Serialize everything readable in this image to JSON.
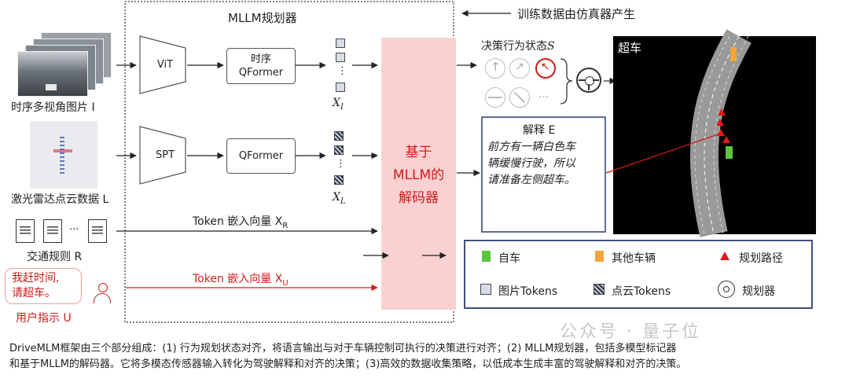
{
  "top_note": "训练数据由仿真器产生",
  "planner": {
    "title": "MLLM规划器",
    "vit": "ViT",
    "spt": "SPT",
    "qformer_t1": "时序",
    "qformer_t2": "QFormer",
    "qformer2": "QFormer",
    "xi": "X",
    "xi_sub": "I",
    "xl": "X",
    "xl_sub": "L"
  },
  "inputs": {
    "images": "时序多视角图片 I",
    "lidar": "激光雷达点云数据 L",
    "rules": "交通规则 R",
    "rules_dots": "···",
    "token_r": "Token 嵌入向量 X",
    "token_r_sub": "R",
    "user_bubble_1": "我赶时间,",
    "user_bubble_2": "请超车。",
    "user_label": "用户指示 U",
    "token_u": "Token 嵌入向量 X",
    "token_u_sub": "U"
  },
  "decoder": {
    "line1": "基于",
    "line2": "MLLM的",
    "line3": "解码器"
  },
  "decision": {
    "title": "决策行为状态",
    "title_var": "S",
    "more": "···"
  },
  "explanation": {
    "title": "解释 E",
    "line1": "前方有一辆白色车",
    "line2": "辆缓慢行驶，所以",
    "line3": "请准备左侧超车。"
  },
  "scene": {
    "label": "超车"
  },
  "legend": {
    "ego": "自车",
    "others": "其他车辆",
    "path": "规划路径",
    "img_tokens": "图片Tokens",
    "pc_tokens": "点云Tokens",
    "planner": "规划器"
  },
  "colors": {
    "decoder_bg": "#fbd0d0",
    "accent_red": "#d21a1a",
    "ego_green": "#5cc63e",
    "other_orange": "#f4a43a",
    "legend_border": "#2c3e6b"
  },
  "watermark": "公众号 · 量子位",
  "caption": {
    "line1": "DriveMLM框架由三个部分组成：(1) 行为规划状态对齐，将语言输出与对于车辆控制可执行的决策进行对齐；(2) MLLM规划器，包括多模型标记器",
    "line2": "和基于MLLM的解码器。它将多模态传感器输入转化为驾驶解释和对齐的决策；(3)高效的数据收集策略，以低成本生成丰富的驾驶解释和对齐的决策。"
  }
}
